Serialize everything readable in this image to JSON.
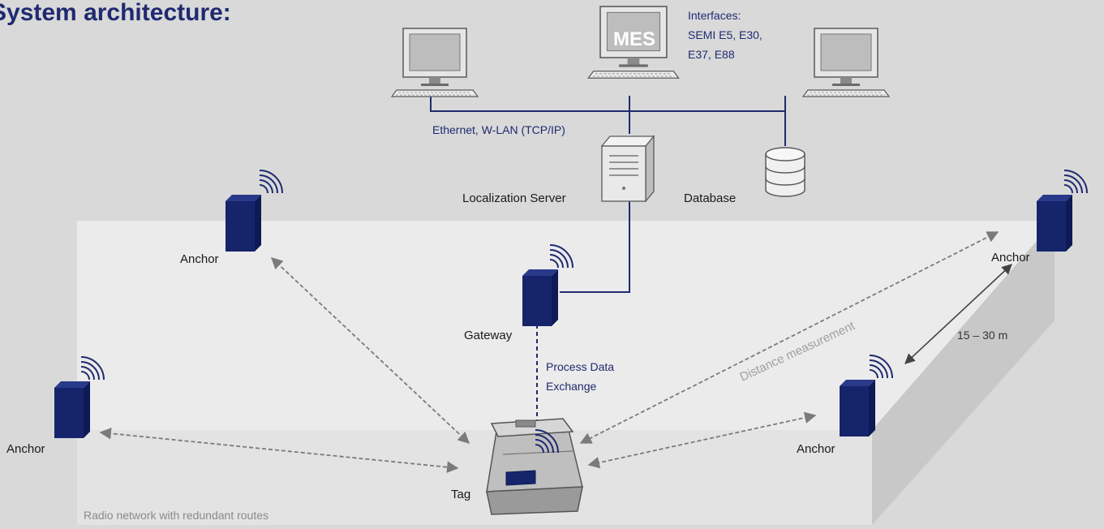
{
  "title": "System architecture:",
  "mes_label": "MES",
  "interfaces": [
    "Interfaces:",
    "SEMI E5, E30,",
    "E37, E88"
  ],
  "network_label": "Ethernet, W-LAN (TCP/IP)",
  "localization_server_label": "Localization Server",
  "database_label": "Database",
  "gateway_label": "Gateway",
  "process_data_label": [
    "Process Data",
    "Exchange"
  ],
  "tag_label": "Tag",
  "anchor_label": "Anchor",
  "distance_label": "Distance measurement",
  "range_label": "15 – 30 m",
  "radio_network_label": "Radio network with redundant routes",
  "colors": {
    "navy": "#1f2a70",
    "device": "#16246b",
    "background": "#d9d9d9",
    "floor": "#eeeeee"
  }
}
